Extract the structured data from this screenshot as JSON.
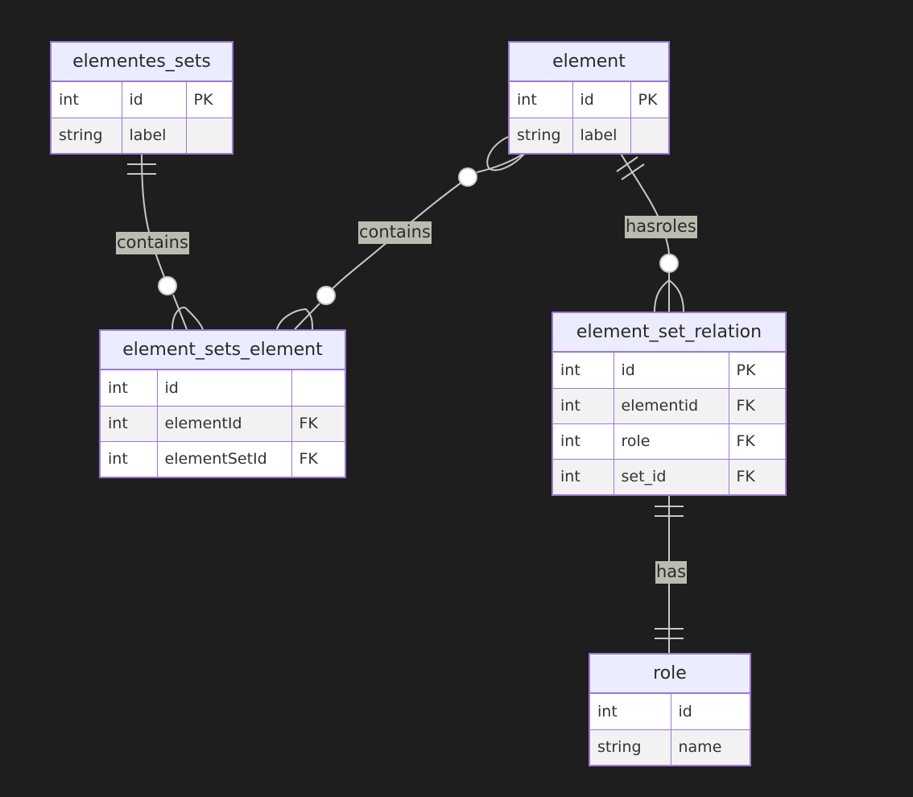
{
  "entities": [
    {
      "id": "elementes_sets",
      "title": "elementes_sets",
      "rows": [
        {
          "type": "int",
          "name": "id",
          "key": "PK"
        },
        {
          "type": "string",
          "name": "label",
          "key": ""
        }
      ]
    },
    {
      "id": "element",
      "title": "element",
      "rows": [
        {
          "type": "int",
          "name": "id",
          "key": "PK"
        },
        {
          "type": "string",
          "name": "label",
          "key": ""
        }
      ]
    },
    {
      "id": "element_sets_element",
      "title": "element_sets_element",
      "rows": [
        {
          "type": "int",
          "name": "id",
          "key": ""
        },
        {
          "type": "int",
          "name": "elementId",
          "key": "FK"
        },
        {
          "type": "int",
          "name": "elementSetId",
          "key": "FK"
        }
      ]
    },
    {
      "id": "element_set_relation",
      "title": "element_set_relation",
      "rows": [
        {
          "type": "int",
          "name": "id",
          "key": "PK"
        },
        {
          "type": "int",
          "name": "elementid",
          "key": "FK"
        },
        {
          "type": "int",
          "name": "role",
          "key": "FK"
        },
        {
          "type": "int",
          "name": "set_id",
          "key": "FK"
        }
      ]
    },
    {
      "id": "role",
      "title": "role",
      "rows": [
        {
          "type": "int",
          "name": "id"
        },
        {
          "type": "string",
          "name": "name"
        }
      ]
    }
  ],
  "relationships": [
    {
      "from": "elementes_sets",
      "to": "element_sets_element",
      "label": "contains",
      "from_card": "exactly-one",
      "to_card": "zero-or-more"
    },
    {
      "from": "element",
      "to": "element_sets_element",
      "label": "contains",
      "from_card": "zero-or-more",
      "to_card": "zero-or-more"
    },
    {
      "from": "element",
      "to": "element_set_relation",
      "label": "hasroles",
      "from_card": "exactly-one",
      "to_card": "zero-or-more"
    },
    {
      "from": "element_set_relation",
      "to": "role",
      "label": "has",
      "from_card": "exactly-one",
      "to_card": "exactly-one"
    }
  ],
  "colors": {
    "background": "#1e1e1f",
    "entity_border": "#9b78d4",
    "entity_header": "#ececff",
    "edge": "#c8c8c8",
    "label_bg": "#b9bdb0"
  }
}
